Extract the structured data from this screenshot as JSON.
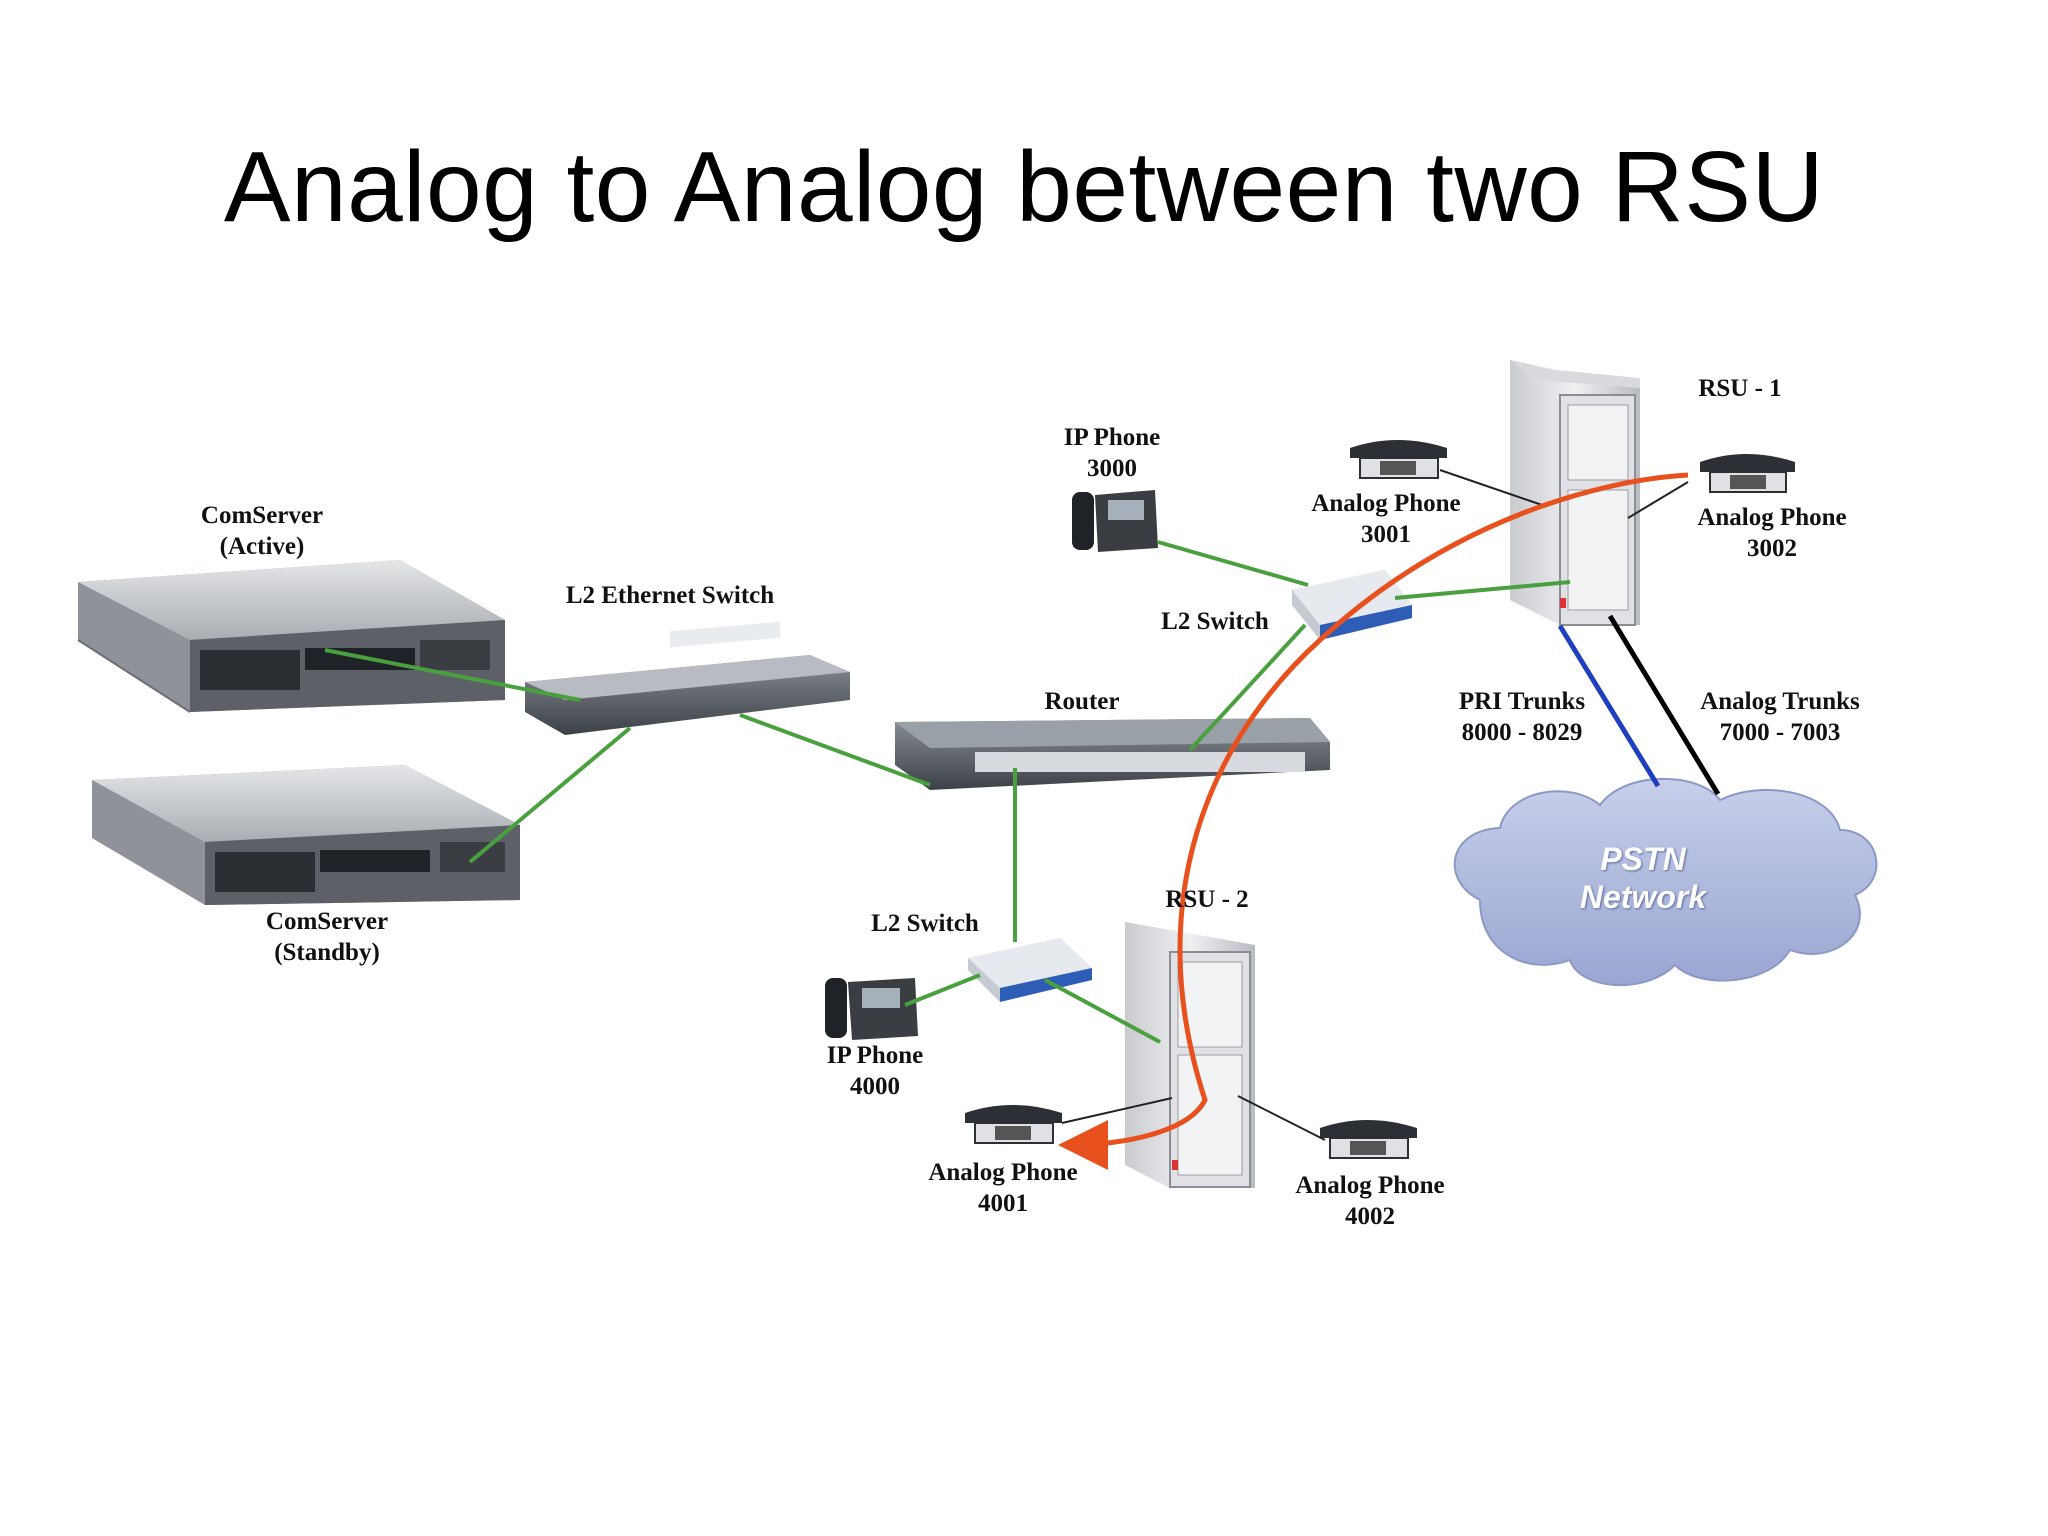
{
  "title": "Analog to Analog between two RSU",
  "colors": {
    "ethernet_link": "#4aa03f",
    "call_path": "#e8501e",
    "pri_trunk": "#1f3fbf",
    "analog_trunk": "#000000",
    "pstn_cloud": "#b8c2e2"
  },
  "labels": {
    "comserver_active": [
      "ComServer",
      "(Active)"
    ],
    "comserver_standby": [
      "ComServer",
      "(Standby)"
    ],
    "l2_ethernet_switch": "L2 Ethernet Switch",
    "router": "Router",
    "ip_phone_3000": [
      "IP Phone",
      "3000"
    ],
    "analog_phone_3001": [
      "Analog Phone",
      "3001"
    ],
    "l2_switch_top": "L2 Switch",
    "rsu1": "RSU - 1",
    "analog_phone_3002": [
      "Analog Phone",
      "3002"
    ],
    "pri_trunks": [
      "PRI Trunks",
      "8000 - 8029"
    ],
    "analog_trunks": [
      "Analog Trunks",
      "7000 - 7003"
    ],
    "pstn": [
      "PSTN",
      "Network"
    ],
    "rsu2": "RSU - 2",
    "l2_switch_bottom": "L2 Switch",
    "ip_phone_4000": [
      "IP Phone",
      "4000"
    ],
    "analog_phone_4001": [
      "Analog Phone",
      "4001"
    ],
    "analog_phone_4002": [
      "Analog Phone",
      "4002"
    ]
  }
}
